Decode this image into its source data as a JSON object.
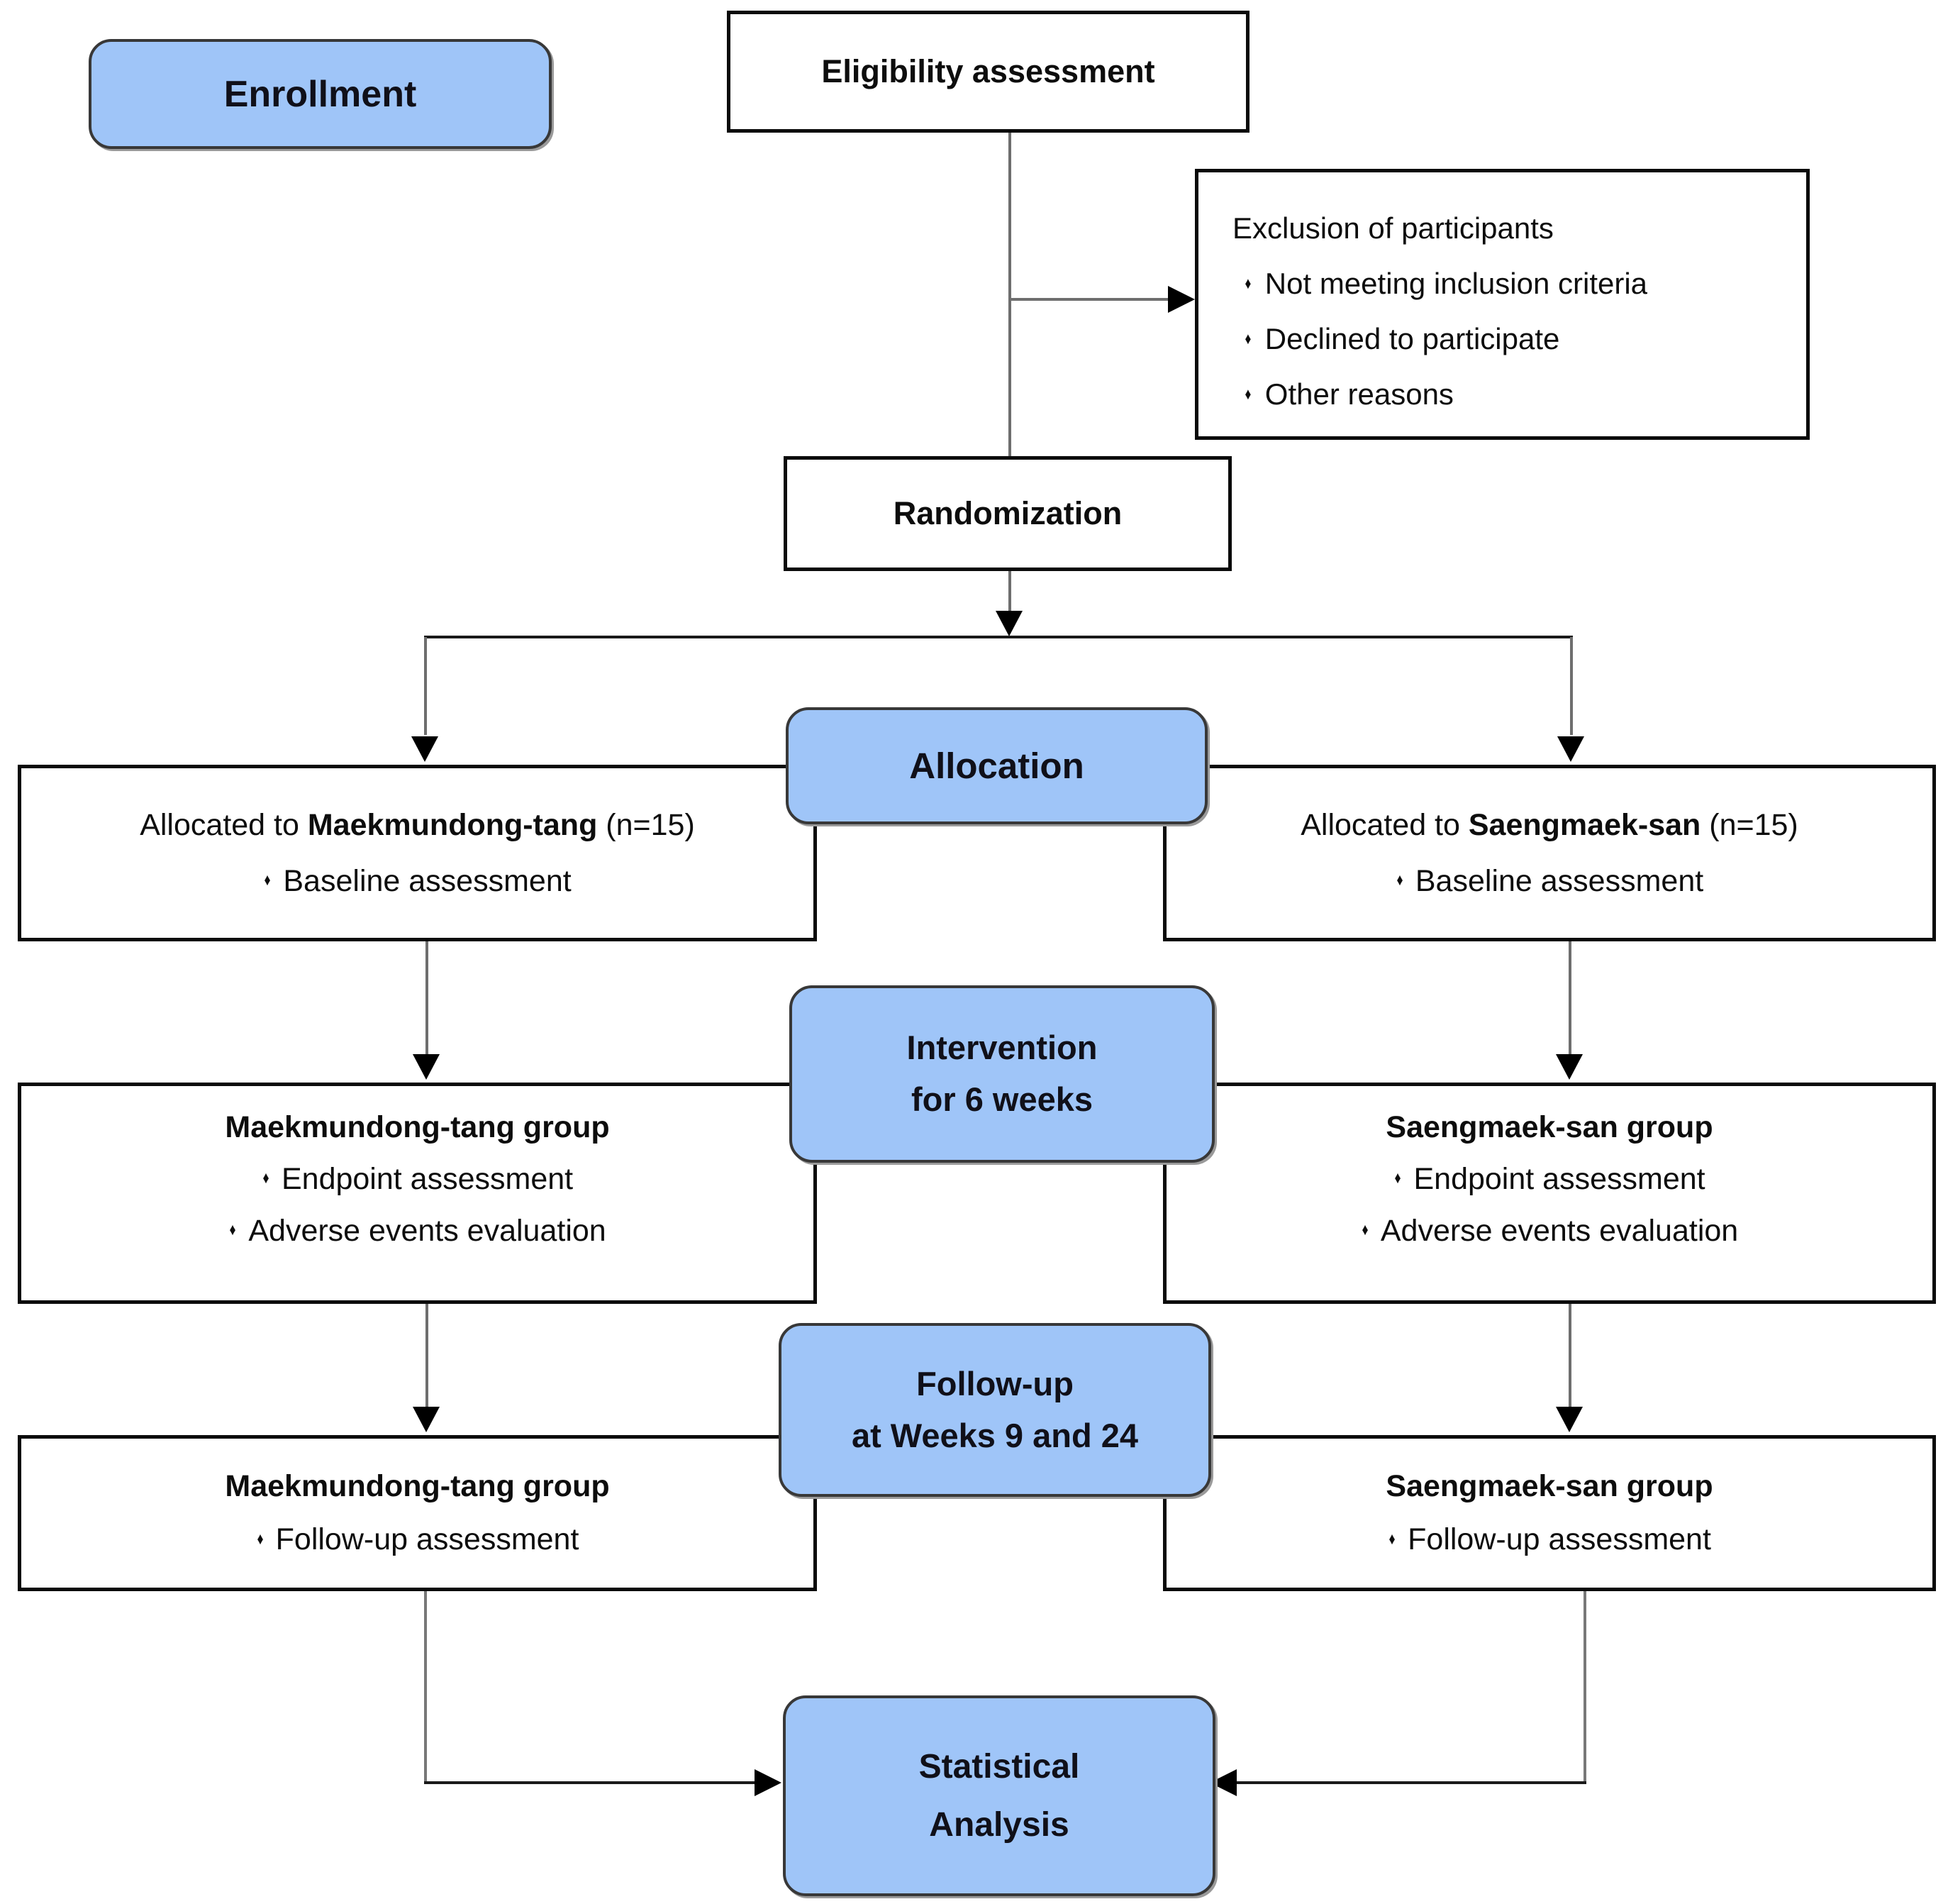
{
  "diagram": {
    "bullet": "♦",
    "colors": {
      "stage_pill_fill": "#9fc5f8",
      "stage_pill_border": "#383838",
      "process_box_border": "#0a0a0a",
      "connector_gray": "#6e6e6e",
      "connector_dark": "#1a1a1a",
      "arrowhead": "#000000"
    },
    "stages": {
      "enrollment": "Enrollment",
      "allocation": "Allocation",
      "intervention_line1": "Intervention",
      "intervention_line2": "for 6 weeks",
      "followup_line1": "Follow-up",
      "followup_line2": "at Weeks 9 and 24",
      "analysis_line1": "Statistical",
      "analysis_line2": "Analysis"
    },
    "eligibility": {
      "title": "Eligibility assessment"
    },
    "exclusion": {
      "title": "Exclusion of participants",
      "items": [
        "Not meeting inclusion criteria",
        "Declined to participate",
        "Other reasons"
      ]
    },
    "randomization": {
      "title": "Randomization"
    },
    "left_arm": {
      "allocation": {
        "prefix": "Allocated to ",
        "name": "Maekmundong-tang",
        "suffix": " (n=15)",
        "items": [
          "Baseline assessment"
        ]
      },
      "intervention": {
        "title": "Maekmundong-tang group",
        "items": [
          "Endpoint assessment",
          "Adverse events evaluation"
        ]
      },
      "followup": {
        "title": "Maekmundong-tang group",
        "items": [
          "Follow-up assessment"
        ]
      }
    },
    "right_arm": {
      "allocation": {
        "prefix": "Allocated to ",
        "name": "Saengmaek-san",
        "suffix": " (n=15)",
        "items": [
          "Baseline assessment"
        ]
      },
      "intervention": {
        "title": "Saengmaek-san group",
        "items": [
          "Endpoint assessment",
          "Adverse events evaluation"
        ]
      },
      "followup": {
        "title": "Saengmaek-san group",
        "items": [
          "Follow-up assessment"
        ]
      }
    }
  }
}
